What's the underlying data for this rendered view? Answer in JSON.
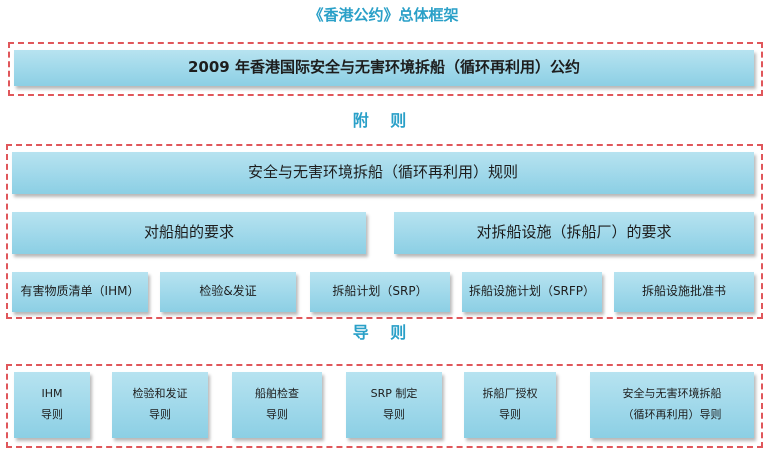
{
  "title": "《香港公约》总体框架",
  "convention": "2009 年香港国际安全与无害环境拆船（循环再利用）公约",
  "annex_label": "附 则",
  "regulations": "安全与无害环境拆船（循环再利用）规则",
  "ship_requirements": "对船舶的要求",
  "facility_requirements": "对拆船设施（拆船厂）的要求",
  "annex_items": [
    "有害物质清单（IHM）",
    "检验&发证",
    "拆船计划（SRP）",
    "拆船设施计划（SRFP）",
    "拆船设施批准书"
  ],
  "guidelines_label": "导 则",
  "guidelines": [
    {
      "line1": "IHM",
      "line2": "导则"
    },
    {
      "line1": "检验和发证",
      "line2": "导则"
    },
    {
      "line1": "船舶检查",
      "line2": "导则"
    },
    {
      "line1": "SRP 制定",
      "line2": "导则"
    },
    {
      "line1": "拆船厂授权",
      "line2": "导则"
    },
    {
      "line1": "安全与无害环境拆船",
      "line2": "（循环再利用）导则"
    }
  ],
  "colors": {
    "accent": "#2aa0c8",
    "frame": "#e0575b",
    "box": "#9fd8ea"
  }
}
